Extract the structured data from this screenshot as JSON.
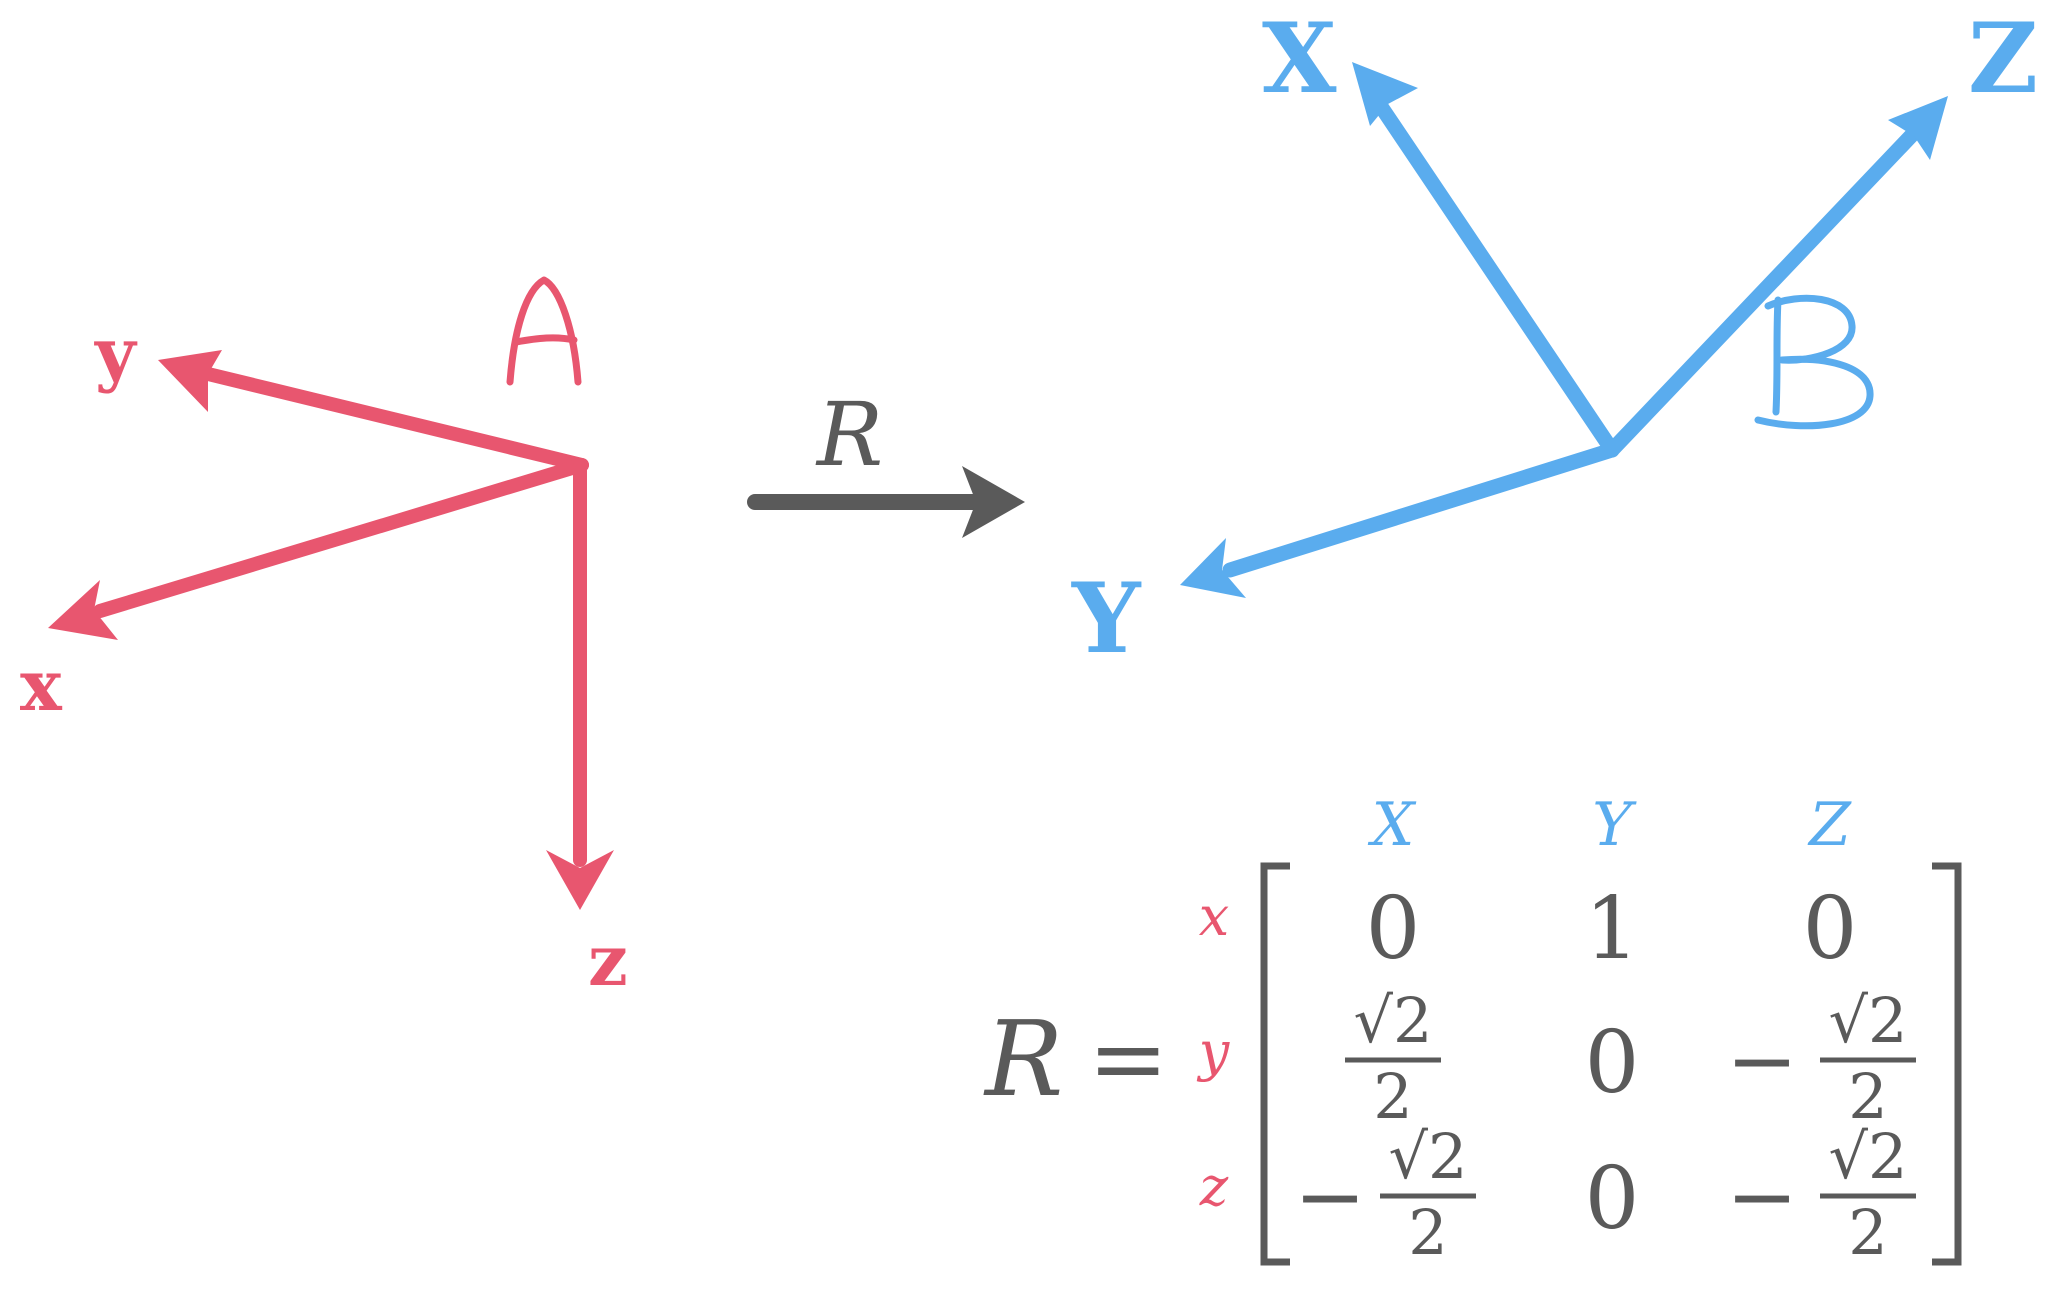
{
  "colors": {
    "frame_a": "#e8566f",
    "frame_b": "#5aacee",
    "transform": "#5a5a5a"
  },
  "frame_a": {
    "name": "A",
    "axes": {
      "x": "x",
      "y": "y",
      "z": "z"
    }
  },
  "frame_b": {
    "name": "B",
    "axes": {
      "x": "X",
      "y": "Y",
      "z": "Z"
    }
  },
  "transform": {
    "label": "R"
  },
  "matrix": {
    "lhs": "R",
    "equals": "=",
    "column_headers": [
      "X",
      "Y",
      "Z"
    ],
    "row_headers": [
      "x",
      "y",
      "z"
    ],
    "sqrt2": "√2",
    "denominator": "2",
    "minus": "−",
    "zero": "0",
    "one": "1"
  }
}
